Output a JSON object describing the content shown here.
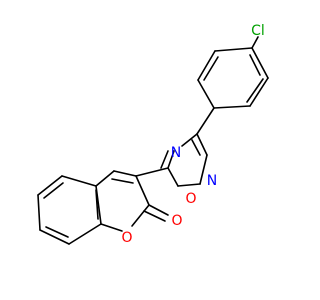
{
  "structure": {
    "atoms": {
      "chlorine": "Cl",
      "nitrogen_a": "N",
      "nitrogen_b": "N",
      "oxadiazole_oxygen": "O",
      "lactone_ring_oxygen": "O",
      "carbonyl_oxygen": "O"
    }
  },
  "colors": {
    "bond": "#000000",
    "chlorine": "#00a000",
    "nitrogen": "#0000ff",
    "oxygen": "#ff0000",
    "background": "#ffffff"
  }
}
